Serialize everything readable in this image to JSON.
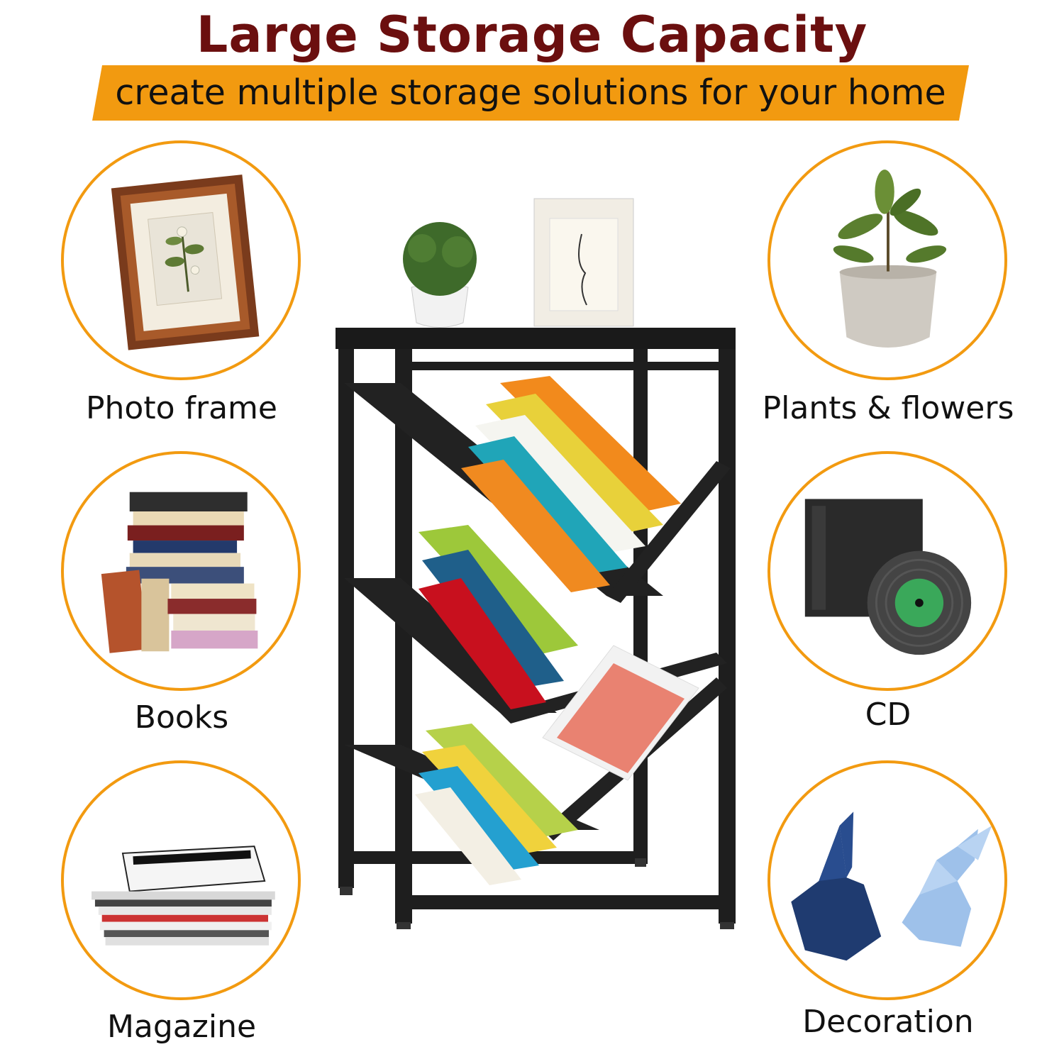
{
  "header": {
    "title": "Large Storage Capacity",
    "subtitle": "create multiple storage solutions for your home"
  },
  "features": [
    {
      "label": "Photo frame",
      "icon": "photo-frame-icon"
    },
    {
      "label": "Books",
      "icon": "books-stack-icon"
    },
    {
      "label": "Magazine",
      "icon": "magazine-stack-icon"
    },
    {
      "label": "Plants & flowers",
      "icon": "potted-plant-icon"
    },
    {
      "label": "CD",
      "icon": "cd-vinyl-icon"
    },
    {
      "label": "Decoration",
      "icon": "origami-rabbit-icon"
    }
  ],
  "colors": {
    "title": "#6b0f0f",
    "banner": "#f29a10",
    "circle_border": "#f29a10",
    "shelf": "#1a1a1a"
  }
}
